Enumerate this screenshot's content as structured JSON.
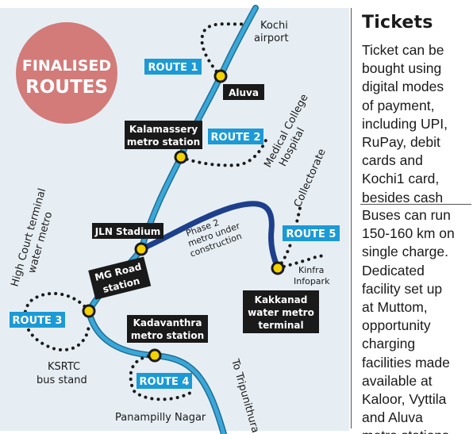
{
  "title": {
    "line1": "FINALISED",
    "line2": "ROUTES"
  },
  "colors": {
    "metro_line": "#3aa7d8",
    "metro_line_edge": "#1f6e94",
    "phase2_line": "#1d3f8c",
    "route_tag_bg": "#1b9ad6",
    "dark_label_bg": "#1a1a1a",
    "station_fill": "#f4d100",
    "title_circle": "#d27b79",
    "map_bg": "#e6eef4"
  },
  "route_tags": [
    {
      "id": "route-1",
      "text": "ROUTE 1"
    },
    {
      "id": "route-2",
      "text": "ROUTE 2"
    },
    {
      "id": "route-3",
      "text": "ROUTE 3"
    },
    {
      "id": "route-4",
      "text": "ROUTE 4"
    },
    {
      "id": "route-5",
      "text": "ROUTE 5"
    }
  ],
  "stations": {
    "aluva": "Aluva",
    "kalamassery": [
      "Kalamassery",
      "metro station"
    ],
    "jln": "JLN Stadium",
    "mg_road": [
      "MG Road",
      "station"
    ],
    "kadavanthra": [
      "Kadavanthra",
      "metro station"
    ],
    "kakkanad": [
      "Kakkanad",
      "water metro",
      "terminal"
    ]
  },
  "places": {
    "kochi_airport": [
      "Kochi",
      "airport"
    ],
    "medical_college": [
      "Medical College",
      "Hospital"
    ],
    "collectorate": "Collectorate",
    "kinfra": [
      "Kinfra",
      "Infopark"
    ],
    "high_court": [
      "High Court terminal",
      "water metro"
    ],
    "ksrtc": [
      "KSRTC",
      "bus stand"
    ],
    "panampilly": "Panampilly Nagar",
    "tripunithura": "To Tripunithura",
    "phase2": [
      "Phase 2",
      "metro under",
      "construction"
    ]
  },
  "sidebar": {
    "heading": "Tickets",
    "ticket_text": "Ticket can be\nbought using\ndigital modes\nof payment,\nincluding UPI,\nRuPay, debit\ncards and\nKochi1 card,\nbesides cash",
    "bus_text": "Buses can run\n150-160 km on\nsingle charge.\nDedicated\nfacility set up\nat Muttom,\nopportunity\ncharging\nfacilities made\navailable at\nKaloor, Vyttila\nand Aluva\nmetro stations"
  }
}
